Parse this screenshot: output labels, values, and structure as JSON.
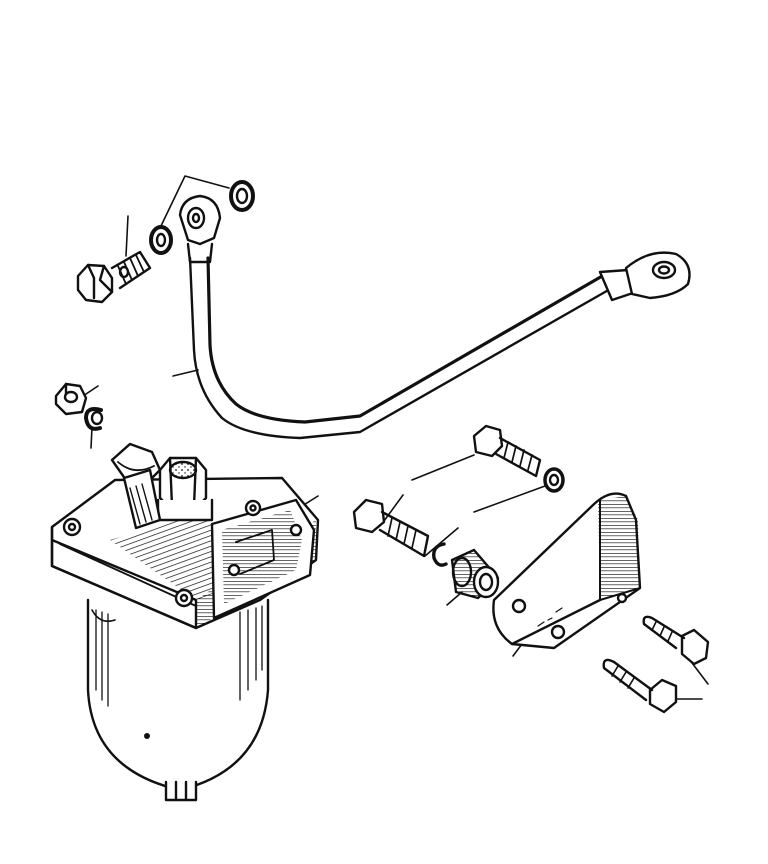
{
  "diagram": {
    "type": "exploded-parts-drawing",
    "style": "black ink line art on white",
    "labels_present": false
  },
  "colors": {
    "ink": "#111111",
    "background": "#ffffff"
  },
  "parts": [
    "banjo-bolt",
    "sealing-washer",
    "fuel-pipe",
    "hex-nut",
    "spring-washer",
    "fuel-filter-assembly",
    "bracket-bolt",
    "distance-sleeve",
    "mounting-bracket",
    "bracket-set-screw"
  ]
}
